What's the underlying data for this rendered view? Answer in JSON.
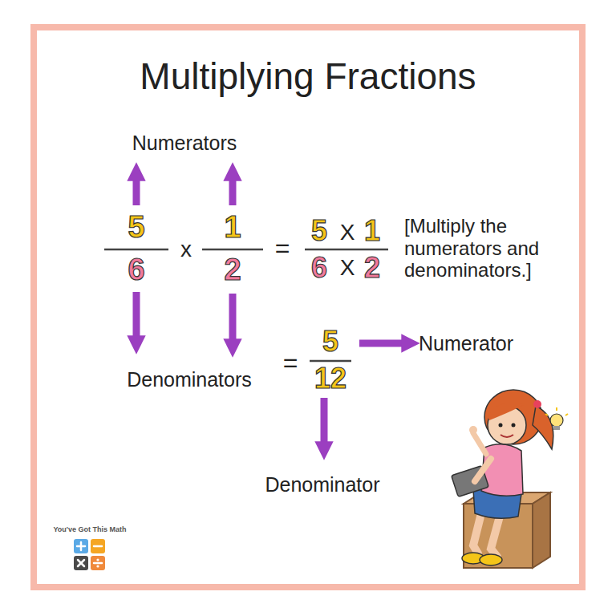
{
  "diagram": {
    "title": "Multiplying Fractions",
    "labels": [
      "Numerators",
      "5",
      "6",
      "x",
      "1",
      "2",
      "=",
      "5",
      "X",
      "1",
      "6",
      "X",
      "2",
      "[Multiply the numerators and denominators.]",
      "Denominators",
      "=",
      "5",
      "12",
      "Numerator",
      "Denominator",
      "You've Got This Math"
    ]
  }
}
